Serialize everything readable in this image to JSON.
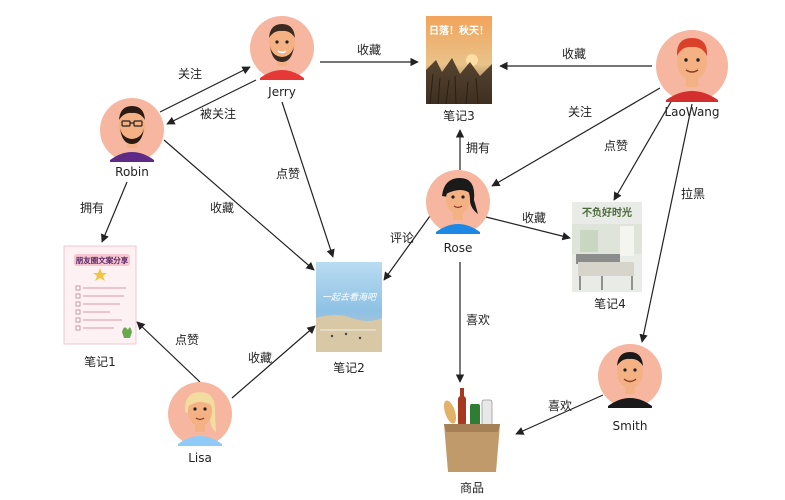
{
  "people": {
    "jerry": {
      "name": "Jerry",
      "skin": "#f3b184",
      "shirt": "#e53935",
      "hair": "#3a2a1f"
    },
    "robin": {
      "name": "Robin",
      "skin": "#f3b184",
      "shirt": "#5e2a86",
      "hair": "#2a1a12"
    },
    "laowang": {
      "name": "LaoWang",
      "skin": "#f3b184",
      "shirt": "#d32f2f",
      "hair": "#d9412a"
    },
    "rose": {
      "name": "Rose",
      "skin": "#f3b184",
      "shirt": "#1e88e5",
      "hair": "#1a1a1a"
    },
    "lisa": {
      "name": "Lisa",
      "skin": "#f3b184",
      "shirt": "#90caf9",
      "hair": "#f2dca0"
    },
    "smith": {
      "name": "Smith",
      "skin": "#f3b184",
      "shirt": "#1a1a1a",
      "hair": "#1a1a1a"
    }
  },
  "notes": {
    "note1": {
      "name": "笔记1",
      "cover_title": "朋友圈文案分享"
    },
    "note2": {
      "name": "笔记2",
      "cover_title": "一起去看海吧"
    },
    "note3": {
      "name": "笔记3",
      "cover_title": "日落！秋天！"
    },
    "note4": {
      "name": "笔记4",
      "cover_title": "不负好时光"
    }
  },
  "product": {
    "name": "商品"
  },
  "edges": {
    "jerry_to_note3": "收藏",
    "laowang_to_note3": "收藏",
    "robin_to_jerry": "关注",
    "jerry_to_robin": "被关注",
    "laowang_to_rose": "关注",
    "rose_to_note3": "拥有",
    "laowang_to_note4": "点赞",
    "laowang_to_smith": "拉黑",
    "jerry_to_note2": "点赞",
    "robin_to_note2": "收藏",
    "robin_to_note1": "拥有",
    "rose_to_note2": "评论",
    "rose_to_note4": "收藏",
    "rose_to_product": "喜欢",
    "lisa_to_note1": "点赞",
    "lisa_to_note2": "收藏",
    "smith_to_product": "喜欢"
  },
  "colors": {
    "avatar_bg": "#f6b6a0",
    "edge": "#222222"
  }
}
